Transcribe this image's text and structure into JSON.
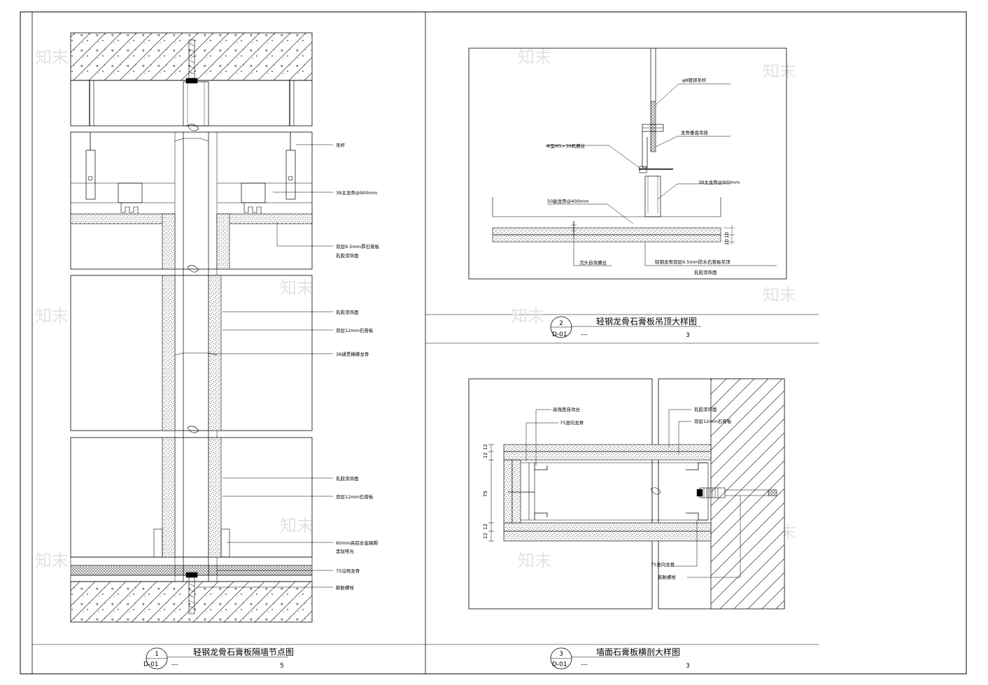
{
  "watermark": "知末",
  "detail1": {
    "title": "轻钢龙骨石膏板隔墙节点图",
    "number": "1",
    "sheet": "D-01",
    "dash": "---",
    "scale": "5",
    "labels": {
      "hanger": "吊杆",
      "main_keel": "38主龙骨@900mm",
      "ceiling_board_1": "双层9.5mm厚石膏板",
      "ceiling_board_2": "乳胶漆饰面",
      "paint_a": "乳胶漆饰面",
      "board_a": "双层12mm石膏板",
      "cross_keel": "38通贯横撑龙骨",
      "paint_b": "乳胶漆饰面",
      "board_b": "双层12mm石膏板",
      "skirting_1": "60mm高铝合金踢脚",
      "skirting_2": "黑钛哑光",
      "floor_track": "75沿地龙骨",
      "anchor": "膨胀螺栓"
    }
  },
  "detail2": {
    "title": "轻钢龙骨石膏板吊顶大样图",
    "number": "2",
    "sheet": "D-01",
    "dash": "---",
    "scale": "3",
    "labels": {
      "rod": "φ8镀锌吊杆",
      "hanger_piece": "龙骨垂直吊挂",
      "bolt": "中型M5×30机螺丝",
      "main_keel": "38主龙骨@900mm",
      "sub_keel": "50副龙骨@400mm",
      "screw": "沉头自攻螺丝",
      "board_1": "轻钢龙骨双层9.5mm防水石膏板吊顶",
      "board_2": "乳胶漆饰面",
      "dim_a": "10",
      "dim_b": "10"
    }
  },
  "detail3": {
    "title": "墙面石膏板横剖大样图",
    "number": "3",
    "sheet": "D-01",
    "dash": "---",
    "scale": "3",
    "labels": {
      "self_tap": "高强度自攻丝",
      "stud_top": "75竖向龙骨",
      "paint": "乳胶漆饰面",
      "board": "双层12mm石膏板",
      "stud_bottom": "75竖向龙骨",
      "anchor": "膨胀螺栓",
      "dim_12a": "12",
      "dim_12b": "12",
      "dim_75": "75",
      "dim_12c": "12",
      "dim_12d": "12"
    }
  }
}
